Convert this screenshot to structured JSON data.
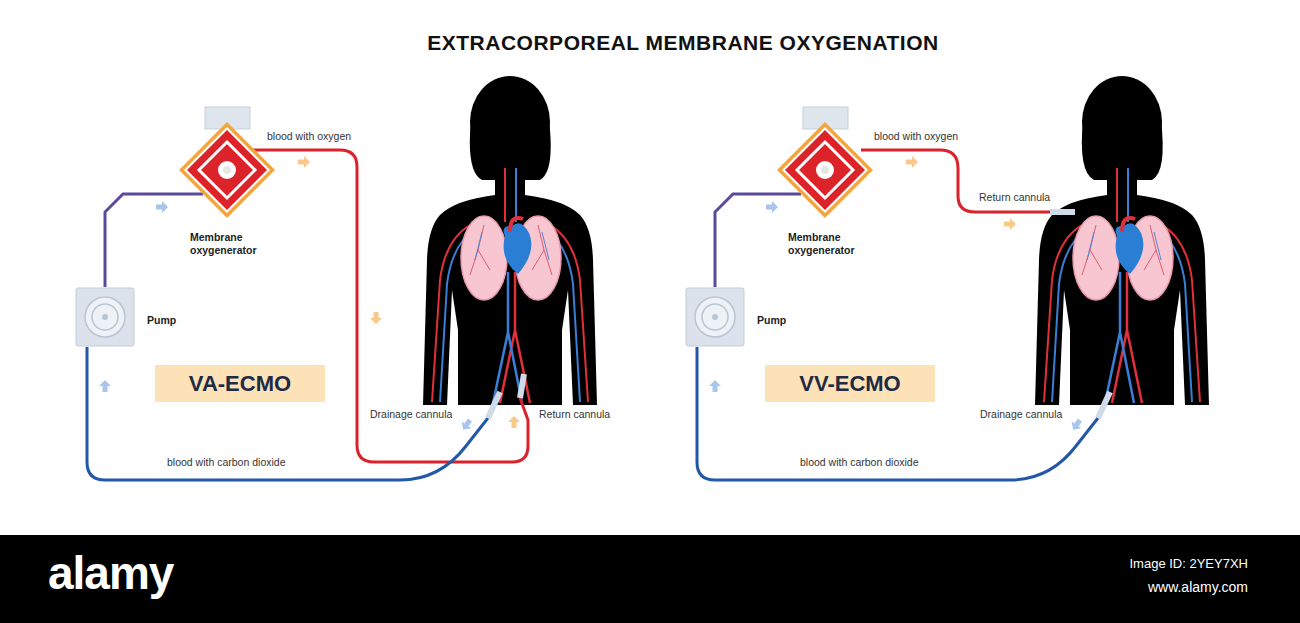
{
  "diagram": {
    "title": "EXTRACORPOREAL MEMBRANE OXYGENATION",
    "nodes": [
      {
        "text": [
          "Membrane oxygenerator"
        ]
      },
      {
        "text": [
          "Pump"
        ]
      },
      {
        "text": [
          "VA-ECMO"
        ]
      },
      {
        "text": [
          "Membrane oxygenerator"
        ]
      },
      {
        "text": [
          "Pump"
        ]
      },
      {
        "text": [
          "VV-ECMO"
        ]
      }
    ],
    "edges": [
      {
        "from": 1,
        "to": 0,
        "arrow": "none"
      },
      {
        "from": 4,
        "to": 3,
        "arrow": "none"
      }
    ],
    "labels": [
      "blood with oxygen",
      "Drainage cannula",
      "Return cannula",
      "blood with carbon dioxide",
      "blood with oxygen",
      "Return cannula",
      "Drainage cannula",
      "blood with carbon dioxide",
      "alamy",
      "Image ID: 2YEY7XH",
      "www.alamy.com"
    ]
  }
}
